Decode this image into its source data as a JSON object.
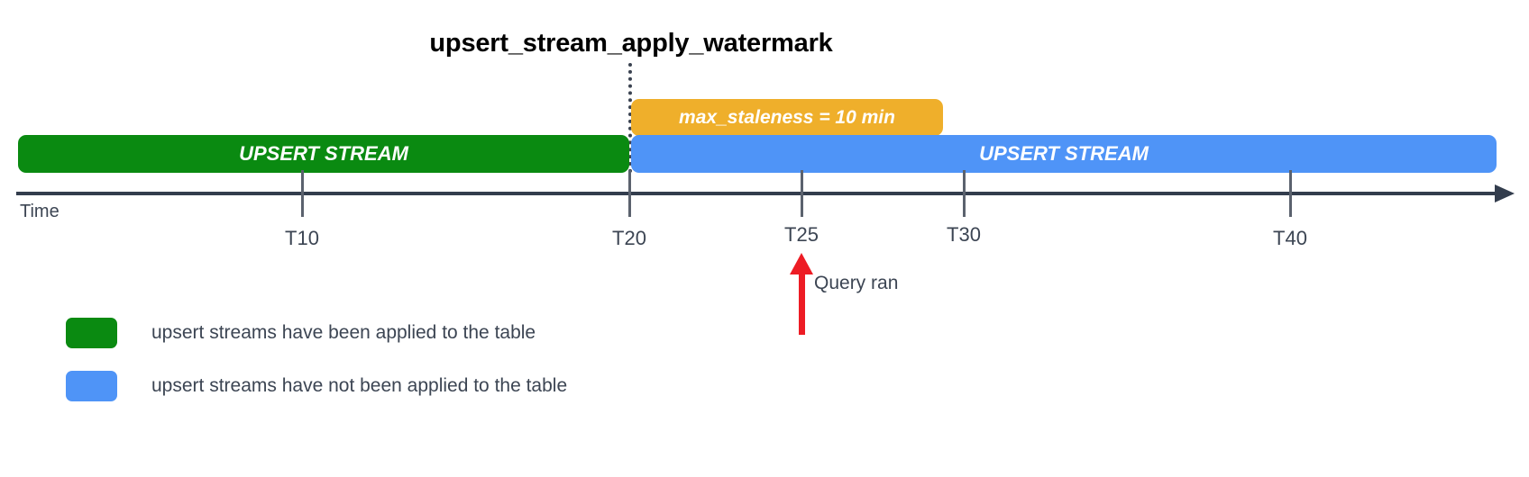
{
  "diagram": {
    "title": "upsert_stream_apply_watermark",
    "watermark_marker": "dotted-vertical-line",
    "colors": {
      "applied_green": "#0a8a11",
      "not_applied_blue": "#4f94f7",
      "staleness_orange": "#efaf2b",
      "axis": "#333d4d",
      "text": "#3c4553",
      "query_arrow_red": "#ed1c24"
    },
    "bars": {
      "staleness": {
        "label": "max_staleness = 10 min",
        "start": "T20",
        "end": "T30"
      },
      "applied": {
        "label": "UPSERT STREAM",
        "start": "T0",
        "end": "T20"
      },
      "not_applied": {
        "label": "UPSERT STREAM",
        "start": "T20",
        "end": "T45"
      }
    },
    "axis": {
      "caption": "Time",
      "ticks": [
        {
          "label": "T10"
        },
        {
          "label": "T20"
        },
        {
          "label": "T25"
        },
        {
          "label": "T30"
        },
        {
          "label": "T40"
        }
      ]
    },
    "query_marker": {
      "label": "Query ran",
      "at": "T25"
    },
    "legend": [
      {
        "swatch": "#0a8a11",
        "label": "upsert streams have been applied to the table"
      },
      {
        "swatch": "#4f94f7",
        "label": "upsert streams have not been applied to the table"
      }
    ]
  }
}
